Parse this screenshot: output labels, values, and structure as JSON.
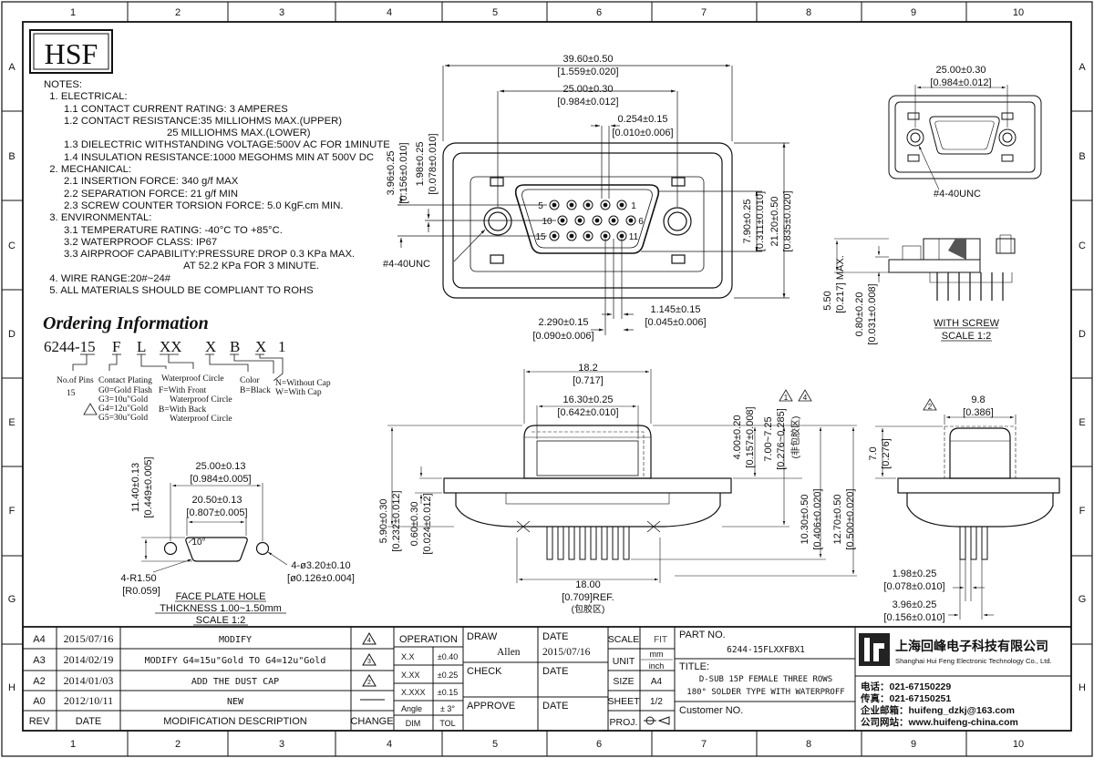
{
  "grid": {
    "columns": [
      "1",
      "2",
      "3",
      "4",
      "5",
      "6",
      "7",
      "8",
      "9",
      "10"
    ],
    "rows": [
      "A",
      "B",
      "C",
      "D",
      "E",
      "F",
      "G",
      "H"
    ]
  },
  "logo": "HSF",
  "notes": [
    "NOTES:",
    "  1. ELECTRICAL:",
    "       1.1 CONTACT CURRENT RATING: 3 AMPERES",
    "       1.2 CONTACT RESISTANCE:35 MILLIOHMS MAX.(UPPER)",
    "                                           25 MILLIOHMS MAX.(LOWER)",
    "       1.3 DIELECTRIC WITHSTANDING VOLTAGE:500V AC FOR 1MINUTE",
    "       1.4 INSULATION RESISTANCE:1000 MEGOHMS MIN AT 500V DC",
    "  2. MECHANICAL:",
    "       2.1 INSERTION FORCE: 340 g/f MAX",
    "       2.2 SEPARATION FORCE: 21 g/f MIN",
    "       2.3 SCREW COUNTER TORSION FORCE: 5.0 KgF.cm MIN.",
    "  3. ENVIRONMENTAL:",
    "       3.1 TEMPERATURE RATING: -40°C TO +85°C.",
    "       3.2 WATERPROOF CLASS: IP67",
    "       3.3 AIRPROOF CAPABILITY:PRESSURE DROP 0.3 KPa MAX.",
    "                                                 AT 52.2 KPa FOR 3 MINUTE.",
    "  4. WIRE RANGE:20#~24#",
    "  5. ALL MATERIALS SHOULD BE COMPLIANT TO ROHS"
  ],
  "ordering": {
    "title": "Ordering Information",
    "code": [
      "6244-15",
      "F",
      "L",
      "XX",
      "X",
      "B",
      "X",
      "1"
    ],
    "pins_label": "No.of Pins",
    "pins_value": "15",
    "contact_label": "Contact Plating",
    "contact_options": [
      "G0=Gold Flash",
      "G3=10u\"Gold",
      "G4=12u\"Gold",
      "G5=30u\"Gold"
    ],
    "waterproof_label": "Waterproof Circle",
    "waterproof_options": [
      "F=With Front",
      "Waterproof Circle",
      "B=With Back",
      "Waterproof Circle"
    ],
    "color_label": "Color",
    "color_value": "B=Black",
    "cap_options": [
      "N=Without Cap",
      "W=With Cap"
    ]
  },
  "front_view": {
    "dims": [
      "39.60±0.50",
      "[1.559±0.020]",
      "25.00±0.30",
      "[0.984±0.012]",
      "0.254±0.15",
      "[0.010±0.006]",
      "3.96±0.25",
      "[0.156±0.010]",
      "1.98±0.25",
      "[0.078±0.010]",
      "7.90±0.25",
      "[0.311±0.010]",
      "21.20±0.50",
      "[0.835±0.020]",
      "1.145±0.15",
      "[0.045±0.006]",
      "2.290±0.15",
      "[0.090±0.006]"
    ],
    "pin_labels": [
      "5",
      "1",
      "10",
      "6",
      "15",
      "11"
    ],
    "screw": "#4-40UNC"
  },
  "top_right": {
    "dims": [
      "25.00±0.30",
      "[0.984±0.012]"
    ],
    "screw": "#4-40UNC"
  },
  "screw_view": {
    "dims": [
      "5.50",
      "[0.217] MAX.",
      "0.80±0.20",
      "[0.031±0.008]"
    ],
    "caption": "WITH SCREW",
    "scale": "SCALE 1:2"
  },
  "side_view": {
    "dims": [
      "18.2",
      "[0.717]",
      "16.30±0.25",
      "[0.642±0.010]",
      "4.00±0.20",
      "[0.157±0.008]",
      "7.00~7.25",
      "[0.276~0.285]",
      "(非包胶区)",
      "5.90±0.30",
      "[0.232±0.012]",
      "0.60±0.30",
      "[0.024±0.012]",
      "10.30±0.50",
      "[0.406±0.020]",
      "12.70±0.50",
      "[0.500±0.020]",
      "18.00",
      "[0.709]REF.",
      "(包胶区)"
    ],
    "rev_marks": [
      "1",
      "4",
      "2"
    ]
  },
  "end_view": {
    "dims": [
      "9.8",
      "[0.386]",
      "7.0",
      "[0.276]",
      "1.98±0.25",
      "[0.078±0.010]",
      "3.96±0.25",
      "[0.156±0.010]"
    ]
  },
  "panel": {
    "dims": [
      "25.00±0.13",
      "[0.984±0.005]",
      "20.50±0.13",
      "[0.807±0.005]",
      "11.40±0.13",
      "[0.449±0.005]",
      "10°",
      "4-R1.50",
      "[R0.059]",
      "4-ø3.20±0.10",
      "[ø0.126±0.004]"
    ],
    "caption": "FACE PLATE HOLE",
    "thickness": "THICKNESS 1.00~1.50mm",
    "scale": "SCALE 1:2"
  },
  "revisions": [
    {
      "rev": "A4",
      "date": "2015/07/16",
      "desc": "MODIFY",
      "change": "4"
    },
    {
      "rev": "A3",
      "date": "2014/02/19",
      "desc": "MODIFY G4=15u\"Gold TO G4=12u\"Gold",
      "change": "3"
    },
    {
      "rev": "A2",
      "date": "2014/01/03",
      "desc": "ADD THE DUST CAP",
      "change": "2"
    },
    {
      "rev": "A0",
      "date": "2012/10/11",
      "desc": "NEW",
      "change": ""
    }
  ],
  "rev_header": {
    "rev": "REV",
    "date": "DATE",
    "desc": "MODIFICATION DESCRIPTION",
    "change": "CHANGE"
  },
  "tolerance": {
    "title": "OPERATION",
    "rows": [
      [
        "X.X",
        "±0.40"
      ],
      [
        "X.XX",
        "±0.25"
      ],
      [
        "X.XXX",
        "±0.15"
      ],
      [
        "Angle",
        "± 3°"
      ]
    ],
    "footer": [
      "DIM",
      "TOL"
    ]
  },
  "approval": {
    "draw": "DRAW",
    "draw_name": "Allen",
    "check": "CHECK",
    "approve": "APPROVE",
    "date": "DATE",
    "draw_date": "2015/07/16"
  },
  "info": {
    "scale_label": "SCALE",
    "scale_value": "FIT",
    "unit_label": "UNIT",
    "unit_value_1": "mm",
    "unit_value_2": "inch",
    "size_label": "SIZE",
    "size_value": "A4",
    "sheet_label": "SHEET",
    "sheet_value": "1/2",
    "proj_label": "PROJ."
  },
  "part": {
    "label": "PART NO.",
    "number": "6244-15FLXXFBX1",
    "title_label": "TITLE:",
    "title_1": "D-SUB 15P FEMALE THREE ROWS",
    "title_2": "180°  SOLDER TYPE WITH WATERPROFF",
    "customer": "Customer NO."
  },
  "company": {
    "name_cn": "上海回峰电子科技有限公司",
    "name_en": "Shanghai Hui Feng Electronic Technology Co., Ltd.",
    "tel": "电话：021-67150229",
    "fax": "传真：021-67150251",
    "email": "企业邮箱：huifeng_dzkj@163.com",
    "web": "公司网站：www.huifeng-china.com"
  }
}
